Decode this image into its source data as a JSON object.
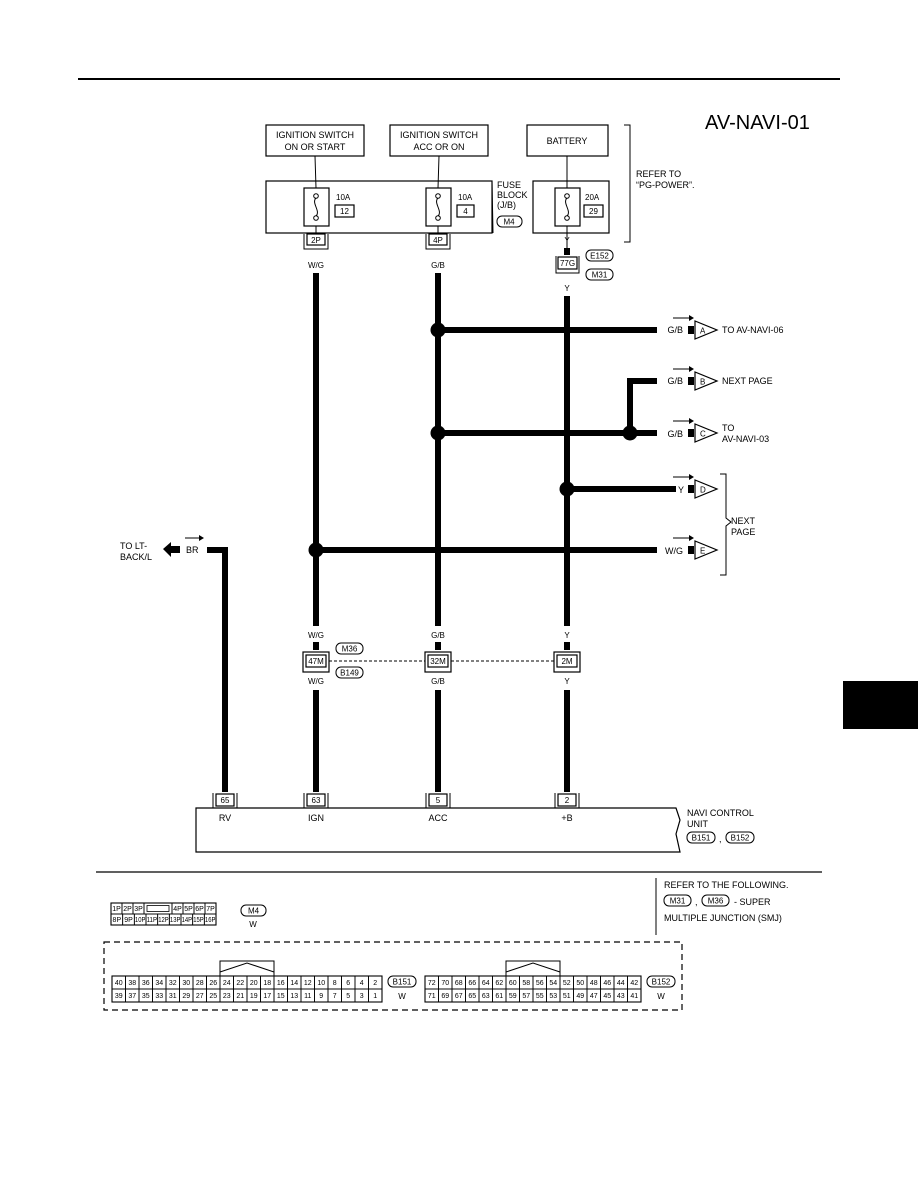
{
  "header": {
    "title": "AV-NAVI-01"
  },
  "power_sources": [
    {
      "label_line1": "IGNITION SWITCH",
      "label_line2": "ON OR START"
    },
    {
      "label_line1": "IGNITION SWITCH",
      "label_line2": "ACC OR ON"
    },
    {
      "label_line1": "BATTERY",
      "label_line2": ""
    }
  ],
  "refer_to_power": {
    "line1": "REFER TO",
    "line2": "“PG-POWER”."
  },
  "fuse_block": {
    "line1": "FUSE",
    "line2": "BLOCK",
    "line3": "(J/B)",
    "connector": "M4",
    "fuses": [
      {
        "rating": "10A",
        "number": "12"
      },
      {
        "rating": "10A",
        "number": "4"
      },
      {
        "rating": "20A",
        "number": "29"
      }
    ]
  },
  "battery_path": {
    "wire_color": "Y",
    "connector_pin": "77G",
    "connectors": [
      "E152",
      "M31"
    ]
  },
  "fuse_terminals": [
    "2P",
    "4P"
  ],
  "wire_colors": {
    "ign": "W/G",
    "acc": "G/B",
    "bat": "Y"
  },
  "destinations": [
    {
      "wire": "G/B",
      "letter": "A",
      "label_line1": "TO AV-NAVI-06",
      "label_line2": ""
    },
    {
      "wire": "G/B",
      "letter": "B",
      "label_line1": "NEXT PAGE",
      "label_line2": ""
    },
    {
      "wire": "G/B",
      "letter": "C",
      "label_line1": "TO",
      "label_line2": "AV-NAVI-03"
    },
    {
      "wire": "Y",
      "letter": "D",
      "label_line1": "",
      "label_line2": ""
    },
    {
      "wire": "W/G",
      "letter": "E",
      "label_line1": "",
      "label_line2": ""
    }
  ],
  "next_page_group": {
    "line1": "NEXT",
    "line2": "PAGE"
  },
  "left_destination": {
    "line1": "TO LT-",
    "line2": "BACK/L",
    "wire": "BR"
  },
  "junction": {
    "connector_top": "M36",
    "connector_bottom": "B149",
    "pins": [
      "47M",
      "32M",
      "2M"
    ],
    "wires_top": [
      "W/G",
      "G/B",
      "Y"
    ],
    "wires_bottom": [
      "W/G",
      "G/B",
      "Y"
    ]
  },
  "unit": {
    "name_line1": "NAVI CONTROL",
    "name_line2": "UNIT",
    "connectors": [
      "B151",
      "B152"
    ],
    "separator": ",",
    "terminals": [
      {
        "pin": "65",
        "label": "RV"
      },
      {
        "pin": "63",
        "label": "IGN"
      },
      {
        "pin": "5",
        "label": "ACC"
      },
      {
        "pin": "2",
        "label": "+B"
      }
    ]
  },
  "connector_views": {
    "m4": {
      "id": "M4",
      "color": "W",
      "top": [
        "1P",
        "2P",
        "3P",
        "",
        "4P",
        "5P",
        "6P",
        "7P"
      ],
      "bottom": [
        "8P",
        "9P",
        "10P",
        "11P",
        "12P",
        "13P",
        "14P",
        "15P",
        "16P"
      ]
    },
    "b151": {
      "id": "B151",
      "color": "W",
      "top": [
        "40",
        "38",
        "36",
        "34",
        "32",
        "30",
        "28",
        "26",
        "24",
        "22",
        "20",
        "18",
        "16",
        "14",
        "12",
        "10",
        "8",
        "6",
        "4",
        "2"
      ],
      "bottom": [
        "39",
        "37",
        "35",
        "33",
        "31",
        "29",
        "27",
        "25",
        "23",
        "21",
        "19",
        "17",
        "15",
        "13",
        "11",
        "9",
        "7",
        "5",
        "3",
        "1"
      ]
    },
    "b152": {
      "id": "B152",
      "color": "W",
      "top": [
        "72",
        "70",
        "68",
        "66",
        "64",
        "62",
        "60",
        "58",
        "56",
        "54",
        "52",
        "50",
        "48",
        "46",
        "44",
        "42"
      ],
      "bottom": [
        "71",
        "69",
        "67",
        "65",
        "63",
        "61",
        "59",
        "57",
        "55",
        "53",
        "51",
        "49",
        "47",
        "45",
        "43",
        "41"
      ]
    }
  },
  "refer_following": {
    "line1": "REFER TO THE FOLLOWING.",
    "conn1": "M31",
    "sep": ",",
    "conn2": "M36",
    "suffix": "- SUPER",
    "line3": "MULTIPLE JUNCTION (SMJ)"
  }
}
